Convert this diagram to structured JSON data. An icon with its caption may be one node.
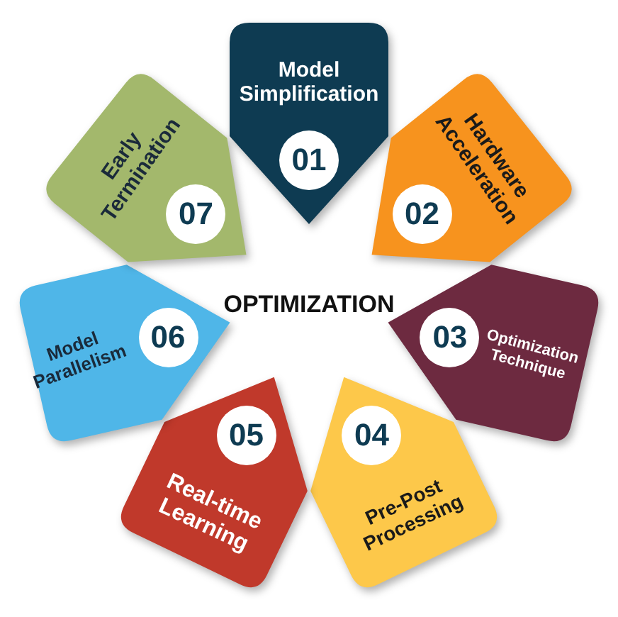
{
  "diagram": {
    "nodes": [
      {
        "text": [
          "Model Simplification",
          "01"
        ]
      },
      {
        "text": [
          "Hardware Acceleration",
          "02"
        ]
      },
      {
        "text": [
          "Optimization Technique",
          "03"
        ]
      },
      {
        "text": [
          "Pre-Post Processing",
          "04"
        ]
      },
      {
        "text": [
          "Real-time Learning",
          "05"
        ]
      },
      {
        "text": [
          "Model Parallelism",
          "06"
        ]
      },
      {
        "text": [
          "Early Termination",
          "07"
        ]
      }
    ],
    "edges": [],
    "labels": [
      "OPTIMIZATION"
    ]
  }
}
